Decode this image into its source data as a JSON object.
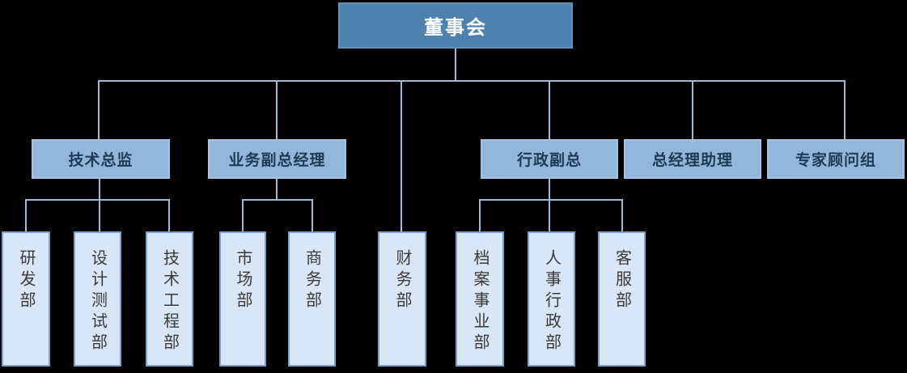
{
  "org_chart": {
    "type": "organization-chart",
    "root": {
      "label": "董事会"
    },
    "level2": [
      {
        "id": "tech-director",
        "label": "技术总监",
        "parent": "董事会"
      },
      {
        "id": "business-deputy-gm",
        "label": "业务副总经理",
        "parent": "董事会"
      },
      {
        "id": "admin-deputy",
        "label": "行政副总",
        "parent": "董事会"
      },
      {
        "id": "gm-assistant",
        "label": "总经理助理",
        "parent": "董事会"
      },
      {
        "id": "expert-advisors",
        "label": "专家顾问组",
        "parent": "董事会"
      }
    ],
    "level3": [
      {
        "id": "rd-dept",
        "label": "研发部",
        "parent": "技术总监"
      },
      {
        "id": "design-test-dept",
        "label": "设计测试部",
        "parent": "技术总监"
      },
      {
        "id": "tech-engineering-dept",
        "label": "技术工程部",
        "parent": "技术总监"
      },
      {
        "id": "marketing-dept",
        "label": "市场部",
        "parent": "业务副总经理"
      },
      {
        "id": "commerce-dept",
        "label": "商务部",
        "parent": "业务副总经理"
      },
      {
        "id": "finance-dept",
        "label": "财务部",
        "parent": "董事会"
      },
      {
        "id": "archives-dept",
        "label": "档案事业部",
        "parent": "行政副总"
      },
      {
        "id": "hr-admin-dept",
        "label": "人事行政部",
        "parent": "行政副总"
      },
      {
        "id": "customer-service-dept",
        "label": "客服部",
        "parent": "行政副总"
      }
    ],
    "colors": {
      "background": "#000000",
      "root_fill": "#4D82AE",
      "level2_fill": "#92B7DB",
      "level2_text": "#1F3B54",
      "level3_fill": "#D7E7F8",
      "level3_border": "#7DA0C9",
      "root_text": "#FFFFFF",
      "connector": "#9FBAD2"
    }
  }
}
